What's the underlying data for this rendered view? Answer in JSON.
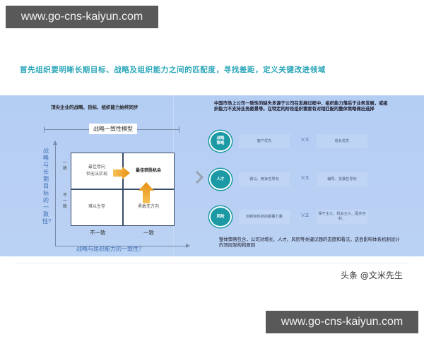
{
  "watermark": {
    "top": "www.go-cns-kaiyun.com",
    "bottom": "www.go-cns-kaiyun.com"
  },
  "headline": "首先组织要明晰长期目标、战略及组织能力之间的匹配度，寻找差距，定义关键改进领域",
  "left_panel": {
    "title": "顶尖企业的战略、目标、组织能力始终同步",
    "model_label": "战略一致性模型",
    "y_axis_label": "战略与长期目标的一致性?",
    "x_axis_label": "战略与组织能力的一致性?",
    "row_ticks": [
      "一致",
      "不一致"
    ],
    "col_ticks": [
      "不一致",
      "一致"
    ],
    "cells": {
      "top_left": [
        "最佳意向",
        "但无法实现"
      ],
      "top_right": [
        "最佳获胜机会"
      ],
      "bottom_left": [
        "难以生存"
      ],
      "bottom_right": [
        "勇敢无方向"
      ]
    },
    "colors": {
      "arrow": "#f0a020",
      "axis_text": "#3f6fb5"
    }
  },
  "right_panel": {
    "intro": "中国市场上公司一致性的缺失多源于公司在发展过程中，组织能力落后于业务发展，或组织能力不支持业务愿景等。在特定的阶段组织需要有对相匹配的整体策略做出选择",
    "rows": [
      {
        "badge": [
          "战略",
          "策略"
        ],
        "option_a": "客户优先",
        "vs": "V.S.",
        "option_b": "增长优先"
      },
      {
        "badge": [
          "人才"
        ],
        "option_a": "赛马、竞争性导向",
        "vs": "V.S.",
        "option_b": "辅导、发展性导向"
      },
      {
        "badge": [
          "风险"
        ],
        "option_a": "创新和科技的颠覆力量",
        "vs": "V.S.",
        "option_b": "保守主义、机会主义、固步自封…"
      }
    ],
    "footer": "整体策略包含，公司对增长、人才、风险等关键议题的态度和看法，这会影响体系机制设计的顶层架构和原则",
    "colors": {
      "badge": "#1b9aa6"
    }
  },
  "credit": "头条 @文米先生"
}
